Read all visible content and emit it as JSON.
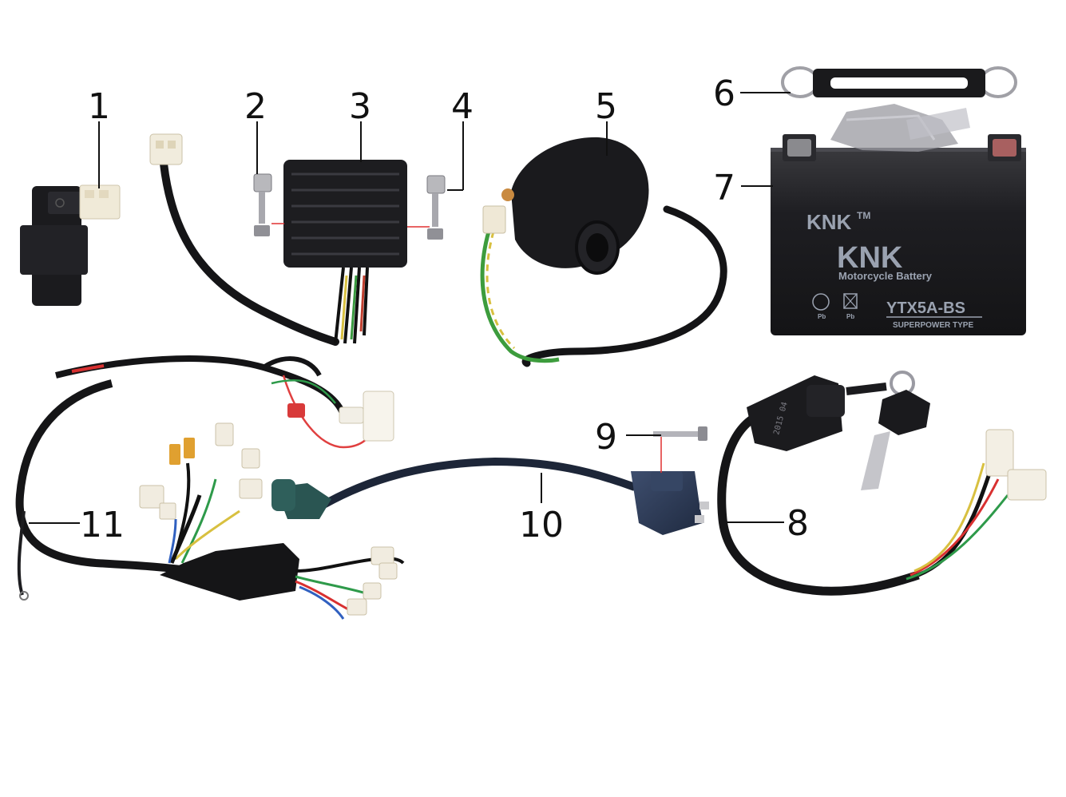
{
  "diagram": {
    "callouts": [
      "1",
      "2",
      "3",
      "4",
      "5",
      "6",
      "7",
      "8",
      "9",
      "10",
      "11"
    ],
    "parts": [
      {
        "id": "1",
        "name": "relay-icon"
      },
      {
        "id": "2",
        "name": "bolt-icon"
      },
      {
        "id": "3",
        "name": "regulator-rectifier-icon"
      },
      {
        "id": "4",
        "name": "bolt-icon"
      },
      {
        "id": "5",
        "name": "starter-relay-icon"
      },
      {
        "id": "6",
        "name": "battery-strap-icon"
      },
      {
        "id": "7",
        "name": "battery-icon"
      },
      {
        "id": "8",
        "name": "ignition-switch-icon"
      },
      {
        "id": "9",
        "name": "bolt-icon"
      },
      {
        "id": "10",
        "name": "ignition-coil-icon"
      },
      {
        "id": "11",
        "name": "wire-harness-icon"
      }
    ],
    "battery": {
      "brand_top": "KNK",
      "tm": "TM",
      "brand_main": "KNK",
      "subtitle": "Motorcycle Battery",
      "model": "YTX5A-BS",
      "type": "SUPERPOWER TYPE",
      "pb1": "Pb",
      "pb2": "Pb"
    },
    "switch_print": "2015 04"
  },
  "colors": {
    "part_black": "#1c1c1f",
    "label_black": "#111111",
    "leader_red": "#e03030",
    "battery_text": "#9aa2b0",
    "coil_blue": "#2c3a55"
  }
}
